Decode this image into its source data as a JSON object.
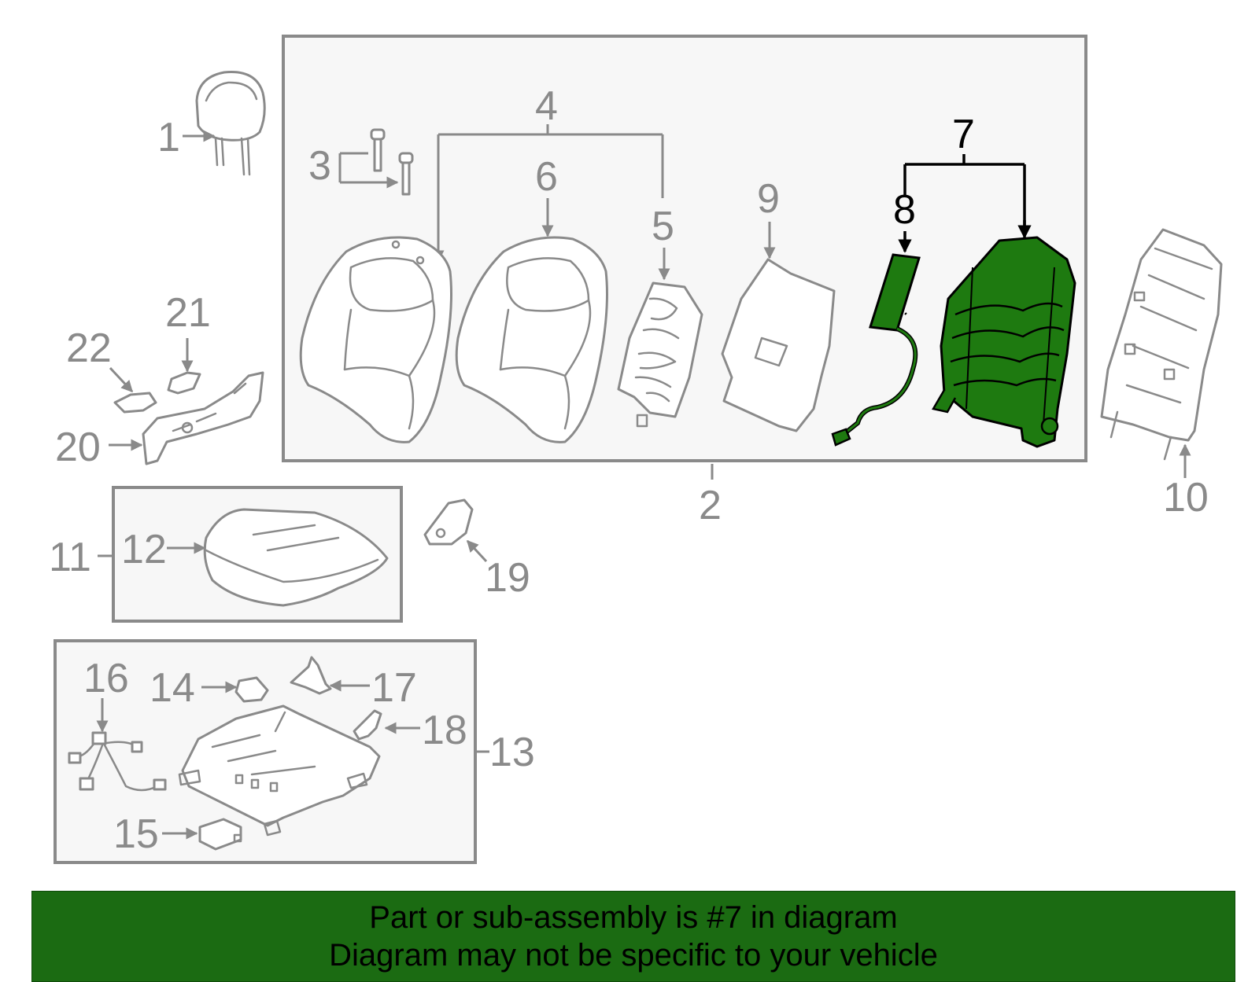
{
  "colors": {
    "highlight_part": "#1e7a10",
    "banner_background": "#1b6b12",
    "outline_gray": "#8a8a8a",
    "box_fill": "#f7f7f7"
  },
  "callouts": {
    "c1": "1",
    "c2": "2",
    "c3": "3",
    "c4": "4",
    "c5": "5",
    "c6": "6",
    "c7": "7",
    "c8": "8",
    "c9": "9",
    "c10": "10",
    "c11": "11",
    "c12": "12",
    "c13": "13",
    "c14": "14",
    "c15": "15",
    "c16": "16",
    "c17": "17",
    "c18": "18",
    "c19": "19",
    "c20": "20",
    "c21": "21",
    "c22": "22"
  },
  "highlighted_callouts": [
    "7",
    "8"
  ],
  "banner": {
    "line1": "Part or sub-assembly is #7 in diagram",
    "line2": "Diagram may not be specific to your vehicle"
  }
}
